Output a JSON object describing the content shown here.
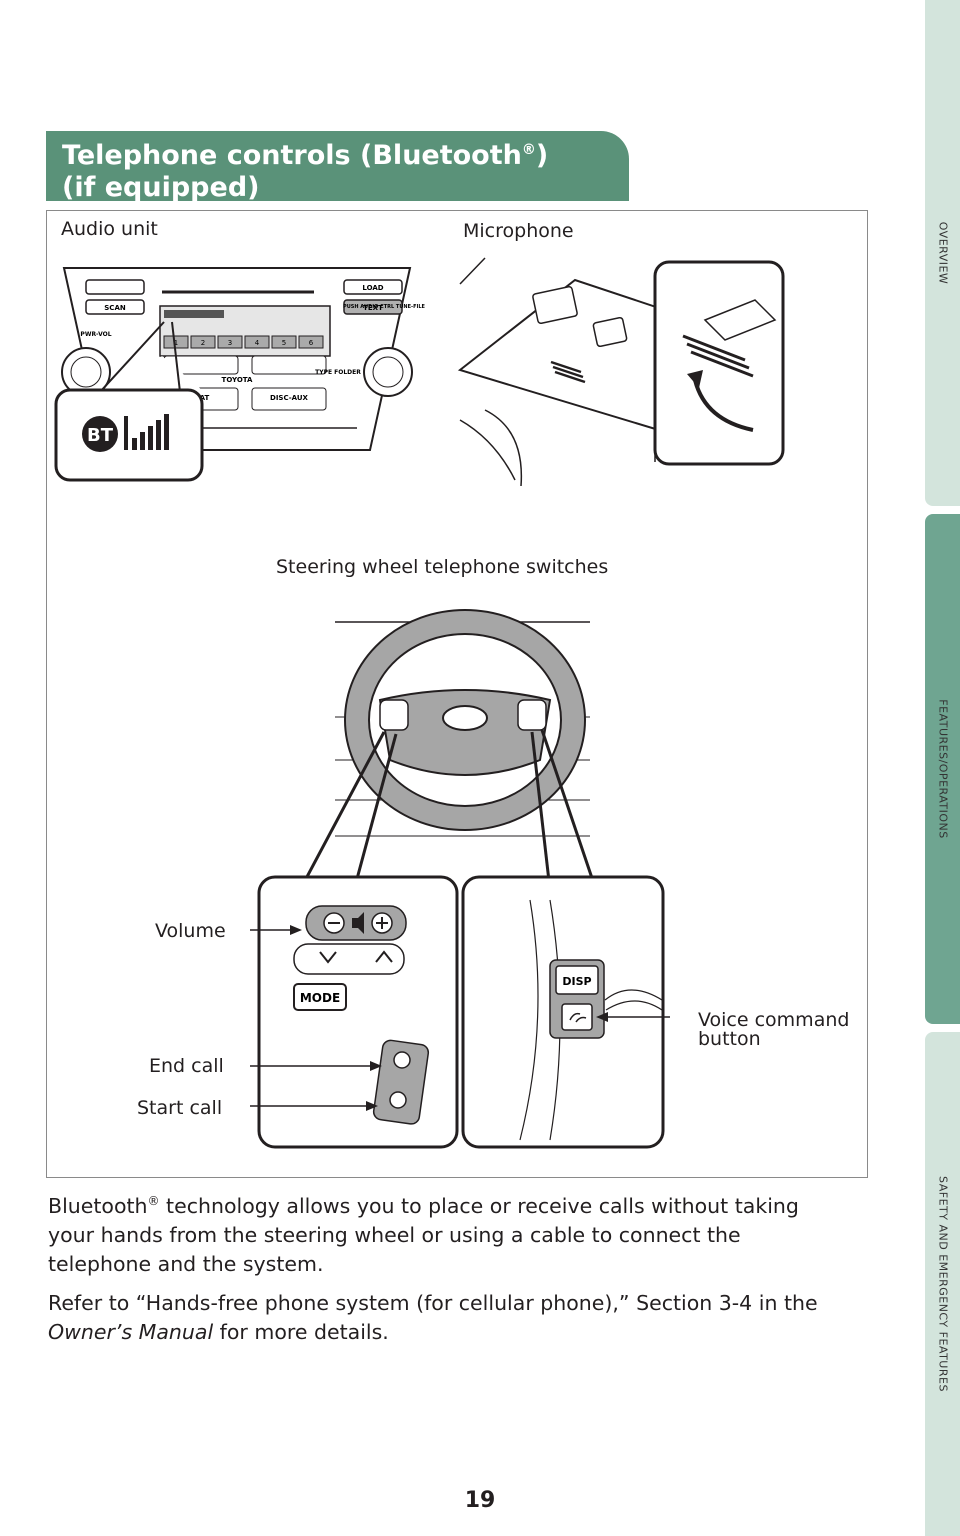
{
  "sidebar": {
    "tabs": [
      {
        "label": "OVERVIEW"
      },
      {
        "label": "FEATURES/OPERATIONS"
      },
      {
        "label": "SAFETY AND EMERGENCY FEATURES"
      }
    ]
  },
  "header": {
    "title_line1": "Telephone controls (Bluetooth",
    "title_reg": "®",
    "title_line1_end": ")",
    "title_line2": "(if equipped)"
  },
  "labels": {
    "audio_unit": "Audio unit",
    "microphone": "Microphone",
    "steering_switches": "Steering wheel telephone switches",
    "volume": "Volume",
    "voice_command_line1": "Voice command",
    "voice_command_line2": "button",
    "end_call": "End call",
    "start_call": "Start call"
  },
  "radio": {
    "buttons": [
      "SCAN",
      "LOAD",
      "TEXT",
      "PWR-VOL",
      "TOYOTA",
      "SAT",
      "DISC-AUX",
      "TYPE FOLDER",
      "PUSH AUDIO CTRL TUNE-FILE"
    ],
    "presets": [
      "1",
      "2",
      "3",
      "4",
      "5",
      "6"
    ],
    "bt_icon": "BT"
  },
  "switches": {
    "mode_label": "MODE",
    "disp_label": "DISP"
  },
  "body": {
    "p1_a": "Bluetooth",
    "p1_reg": "®",
    "p1_b": " technology allows you to place or receive calls without taking your hands from the steering wheel or using a cable to connect the telephone and the system.",
    "p2_a": "Refer to “Hands-free phone system (for cellular phone),” Section 3-4 in the ",
    "p2_em": "Owner’s Manual",
    "p2_b": " for more details."
  },
  "page_number": "19"
}
